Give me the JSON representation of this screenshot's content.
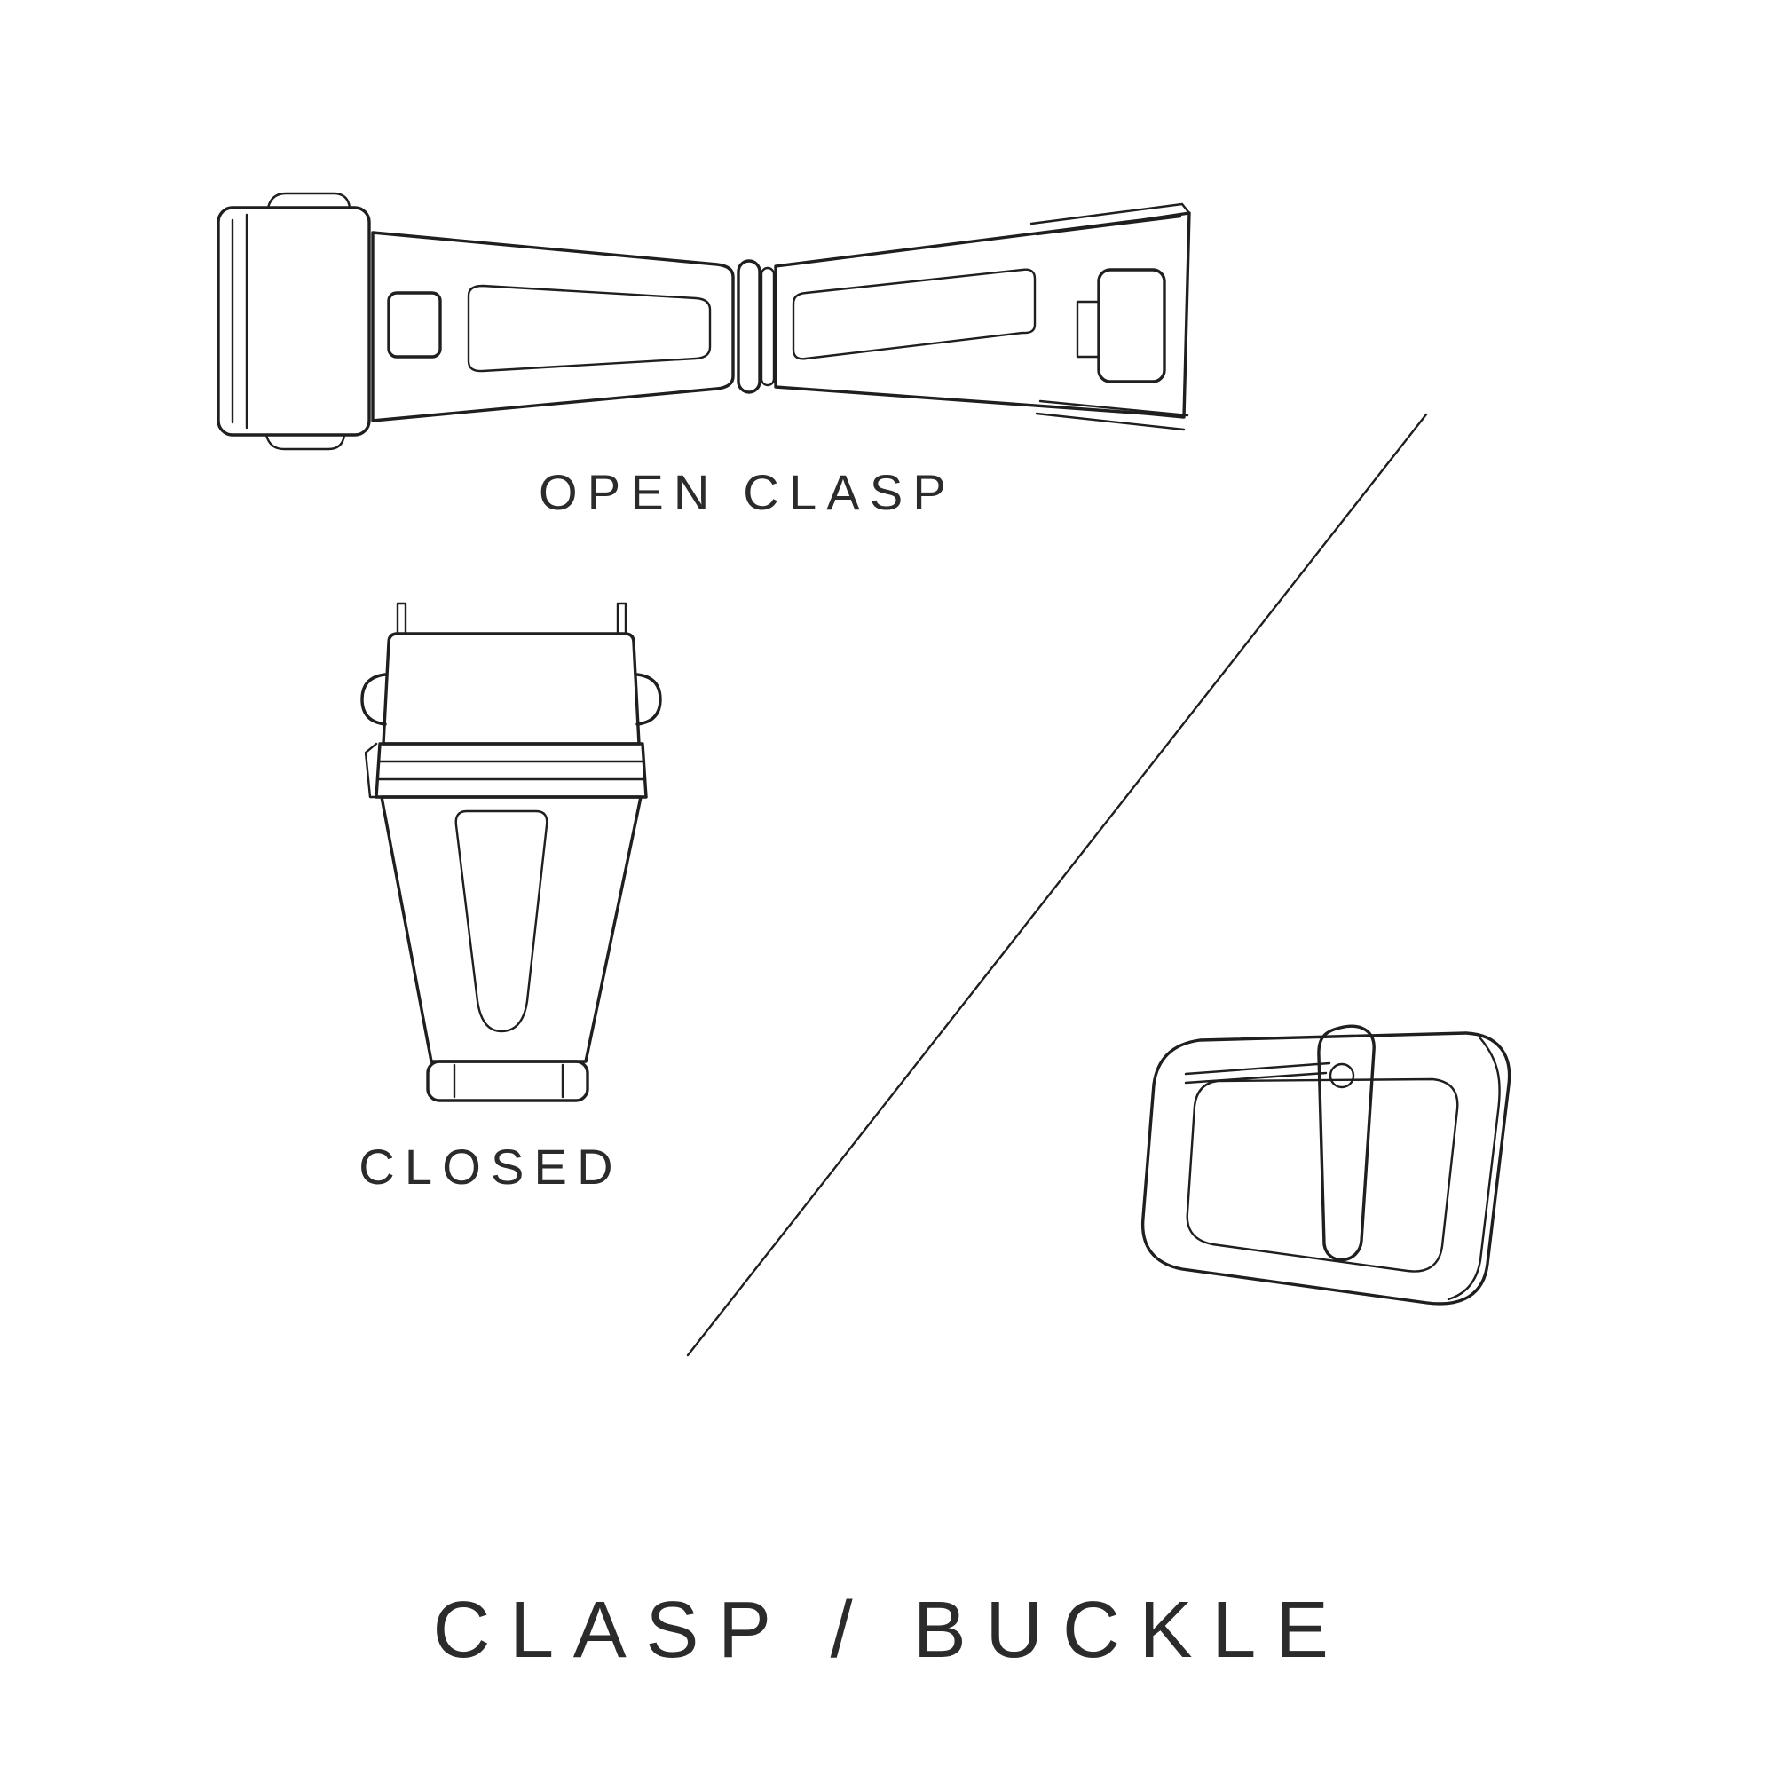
{
  "diagram": {
    "title": "CLASP / BUCKLE",
    "labels": {
      "open_clasp": "OPEN CLASP",
      "closed": "CLOSED"
    },
    "illustrations": [
      {
        "name": "open-clasp-illustration",
        "description": "deployant watch clasp shown open, butterfly style"
      },
      {
        "name": "closed-clasp-illustration",
        "description": "deployant watch clasp shown closed, top view"
      },
      {
        "name": "buckle-illustration",
        "description": "tang buckle with pin"
      }
    ],
    "divider": "diagonal line separating clasp illustrations from buckle illustration"
  },
  "colors": {
    "line": "#1f1f1f",
    "text": "#2b2b2b",
    "background": "#ffffff"
  }
}
